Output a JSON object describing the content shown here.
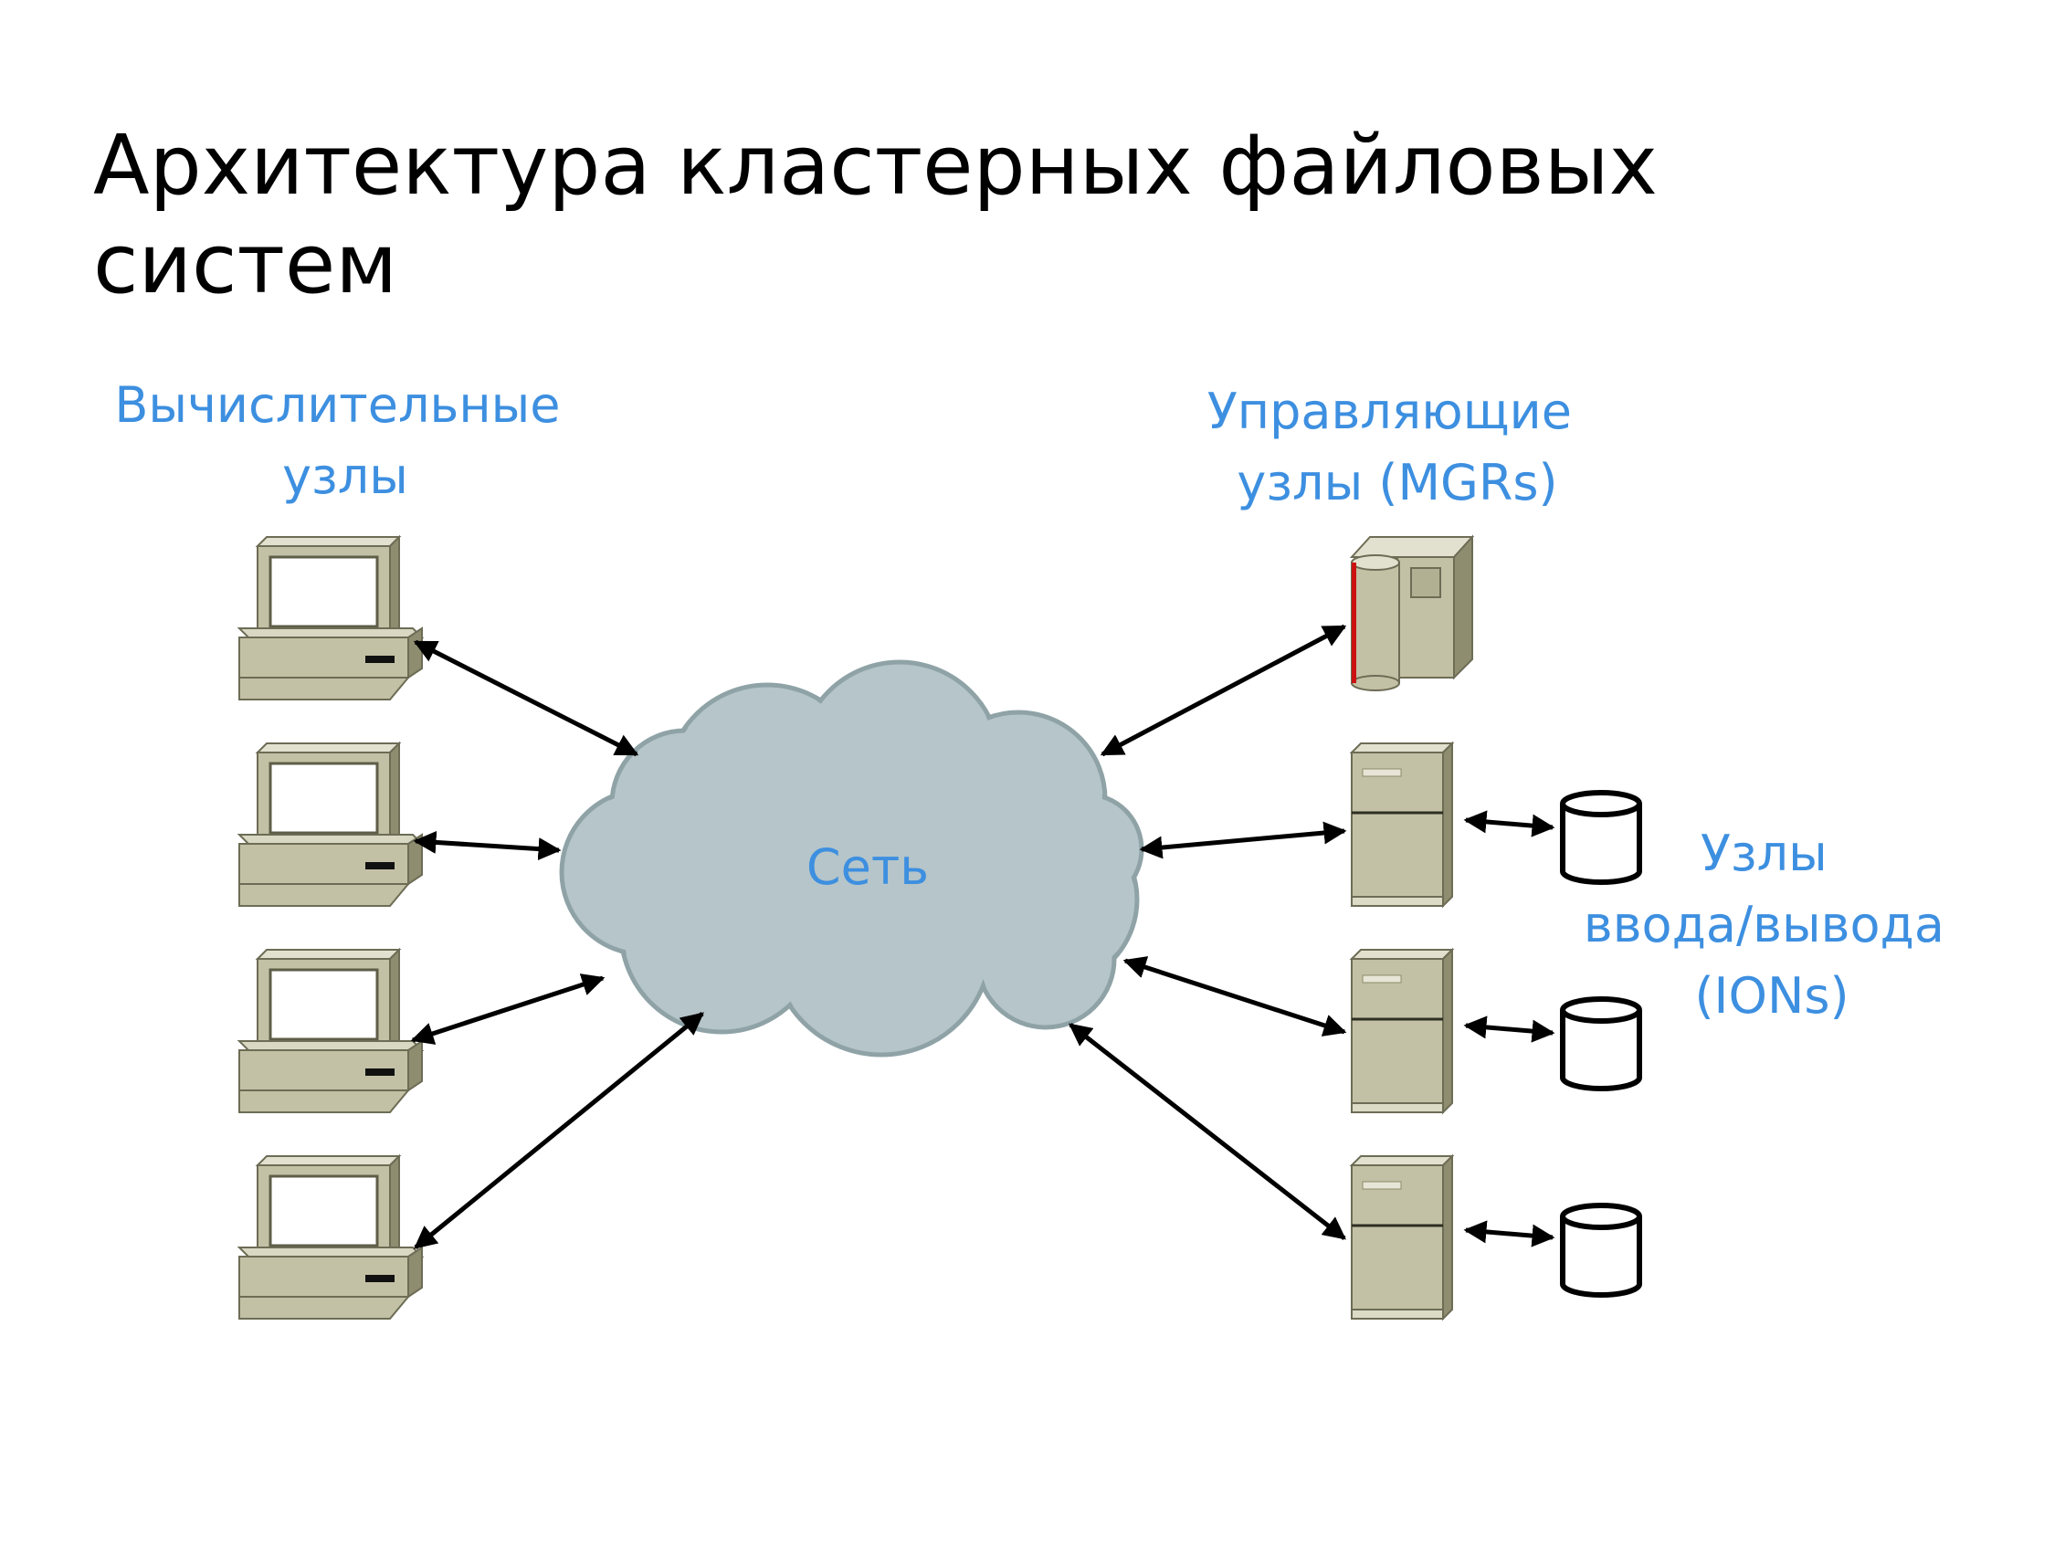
{
  "slide": {
    "title_line1": "Архитектура кластерных файловых",
    "title_line2": "систем"
  },
  "diagram": {
    "compute_label_line1": "Вычислительные",
    "compute_label_line2": "узлы",
    "managers_label_line1": "Управляющие",
    "managers_label_line2": "узлы (MGRs)",
    "io_label_line1": "Узлы",
    "io_label_line2": "ввода/вывода",
    "io_label_line3": "(IONs)",
    "network_label": "Сеть",
    "compute_node_icon": "desktop-computer-icon",
    "manager_node_icon": "server-tower-icon",
    "io_node_icon": "server-icon",
    "storage_icon": "disk-cylinder-icon",
    "network_icon": "cloud-icon",
    "compute_node_count": 4,
    "io_node_count": 3
  },
  "colors": {
    "label_blue": "#3d8fe0",
    "cloud_fill": "#b5c5c9",
    "device_fill": "#c3c1a5",
    "device_shadow": "#8c8b6c",
    "accent_red": "#cc1111"
  }
}
